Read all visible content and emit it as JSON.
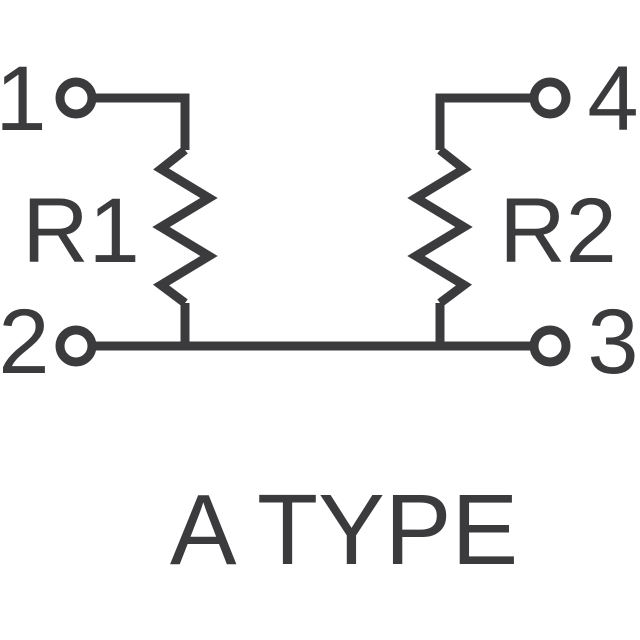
{
  "diagram": {
    "title": "A TYPE",
    "pins": [
      {
        "label": "1",
        "position": "top-left"
      },
      {
        "label": "2",
        "position": "bottom-left"
      },
      {
        "label": "3",
        "position": "bottom-right"
      },
      {
        "label": "4",
        "position": "top-right"
      }
    ],
    "components": [
      {
        "label": "R1",
        "type": "resistor"
      },
      {
        "label": "R2",
        "type": "resistor"
      }
    ],
    "colors": {
      "line": "#3b3b3d",
      "text": "#3b3b3d",
      "terminal_fill": "#ffffff",
      "background": "#ffffff"
    }
  }
}
